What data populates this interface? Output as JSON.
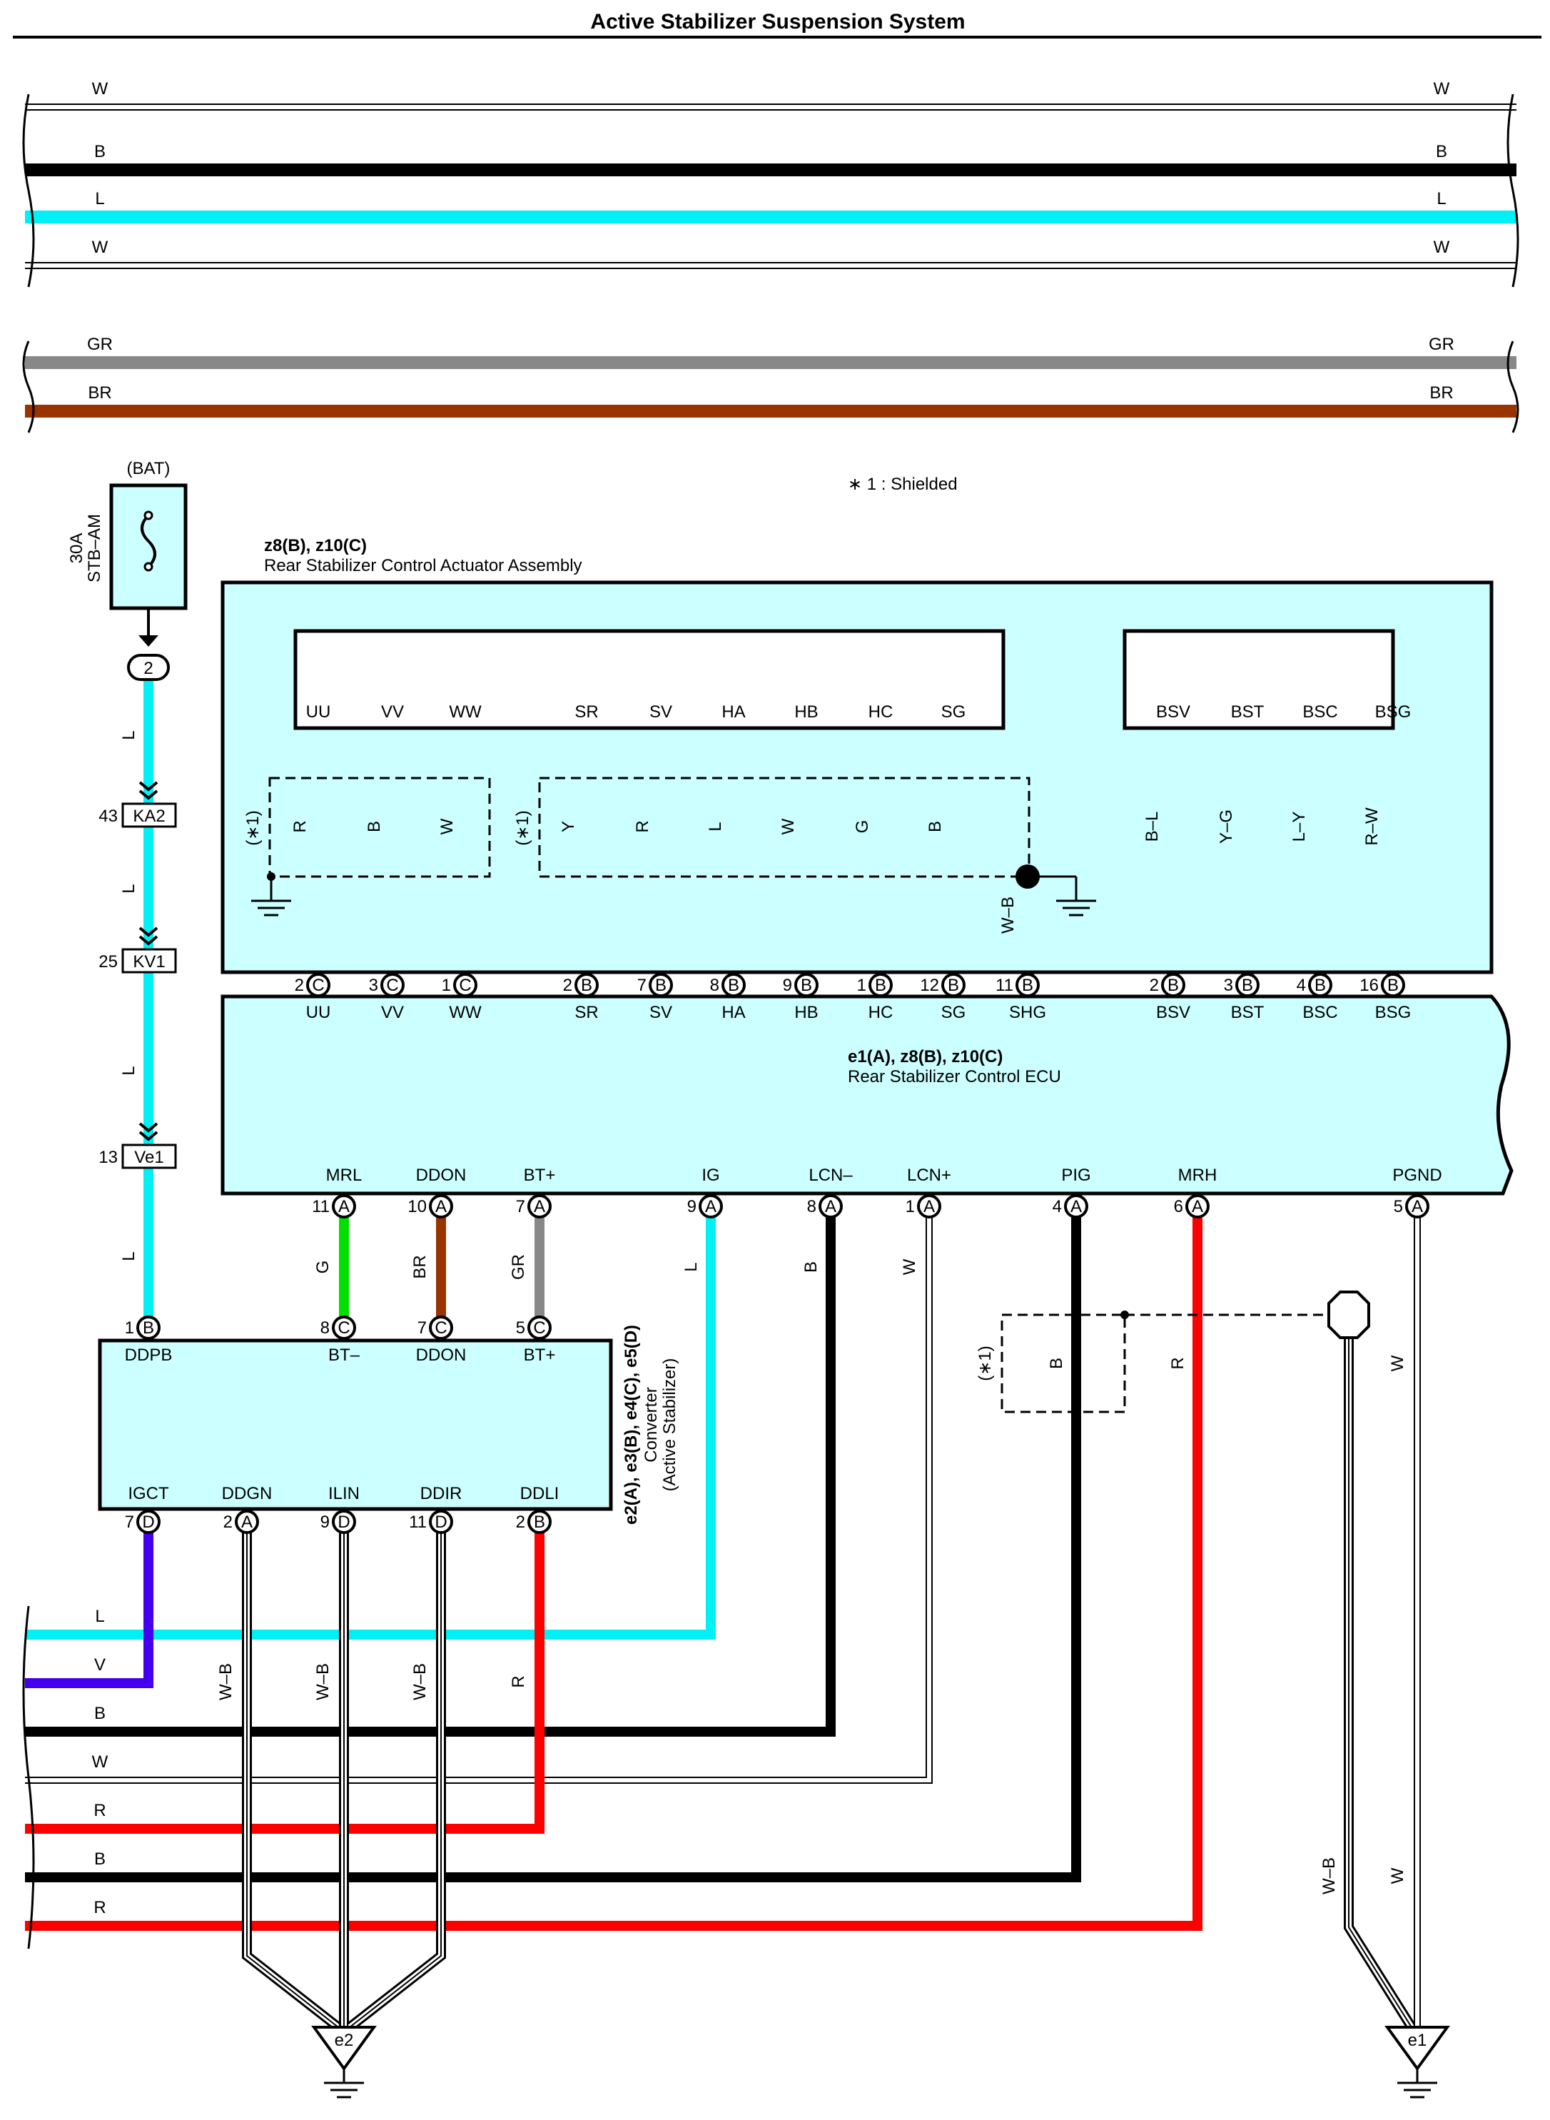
{
  "title": "Active Stabilizer Suspension System",
  "note": "∗ 1 : Shielded",
  "colors": {
    "W": "#ffffff",
    "B": "#000000",
    "L": "#00f0f5",
    "GR": "#888888",
    "BR": "#993300",
    "R": "#ff0000",
    "Y": "#ffee00",
    "G": "#00e000",
    "V": "#4400ee",
    "box": "#ccffff"
  },
  "top_wires": [
    {
      "color": "W",
      "label_left": "W",
      "label_right": "W"
    },
    {
      "color": "B",
      "label_left": "B",
      "label_right": "B"
    },
    {
      "color": "L",
      "label_left": "L",
      "label_right": "L"
    },
    {
      "color": "W",
      "label_left": "W",
      "label_right": "W"
    },
    {
      "color": "GR",
      "label_left": "GR",
      "label_right": "GR"
    },
    {
      "color": "BR",
      "label_left": "BR",
      "label_right": "BR"
    }
  ],
  "bat": {
    "label": "(BAT)",
    "fuse_rating": "30A",
    "fuse_name": "STB–AM",
    "terminal": "2"
  },
  "left_chain": [
    {
      "wire": "L",
      "num": "43",
      "conn": "KA2"
    },
    {
      "wire": "L",
      "num": "25",
      "conn": "KV1"
    },
    {
      "wire": "L"
    },
    {
      "wire": "L",
      "num": "13",
      "conn": "Ve1"
    },
    {
      "wire": "L"
    }
  ],
  "actuator": {
    "ref": "z8(B), z10(C)",
    "name": "Rear Stabilizer Control Actuator Assembly",
    "shield_label": "(∗1)",
    "groupA": [
      {
        "name": "UU",
        "wire": "R",
        "pin": "2",
        "conn": "C"
      },
      {
        "name": "VV",
        "wire": "B",
        "pin": "3",
        "conn": "C"
      },
      {
        "name": "WW",
        "wire": "W",
        "pin": "1",
        "conn": "C"
      }
    ],
    "groupB": [
      {
        "name": "SR",
        "wire": "Y",
        "pin": "2",
        "conn": "B"
      },
      {
        "name": "SV",
        "wire": "R",
        "pin": "7",
        "conn": "B"
      },
      {
        "name": "HA",
        "wire": "L",
        "pin": "8",
        "conn": "B"
      },
      {
        "name": "HB",
        "wire": "W",
        "pin": "9",
        "conn": "B"
      },
      {
        "name": "HC",
        "wire": "G",
        "pin": "1",
        "conn": "B"
      },
      {
        "name": "SG",
        "wire": "B",
        "pin": "12",
        "conn": "B"
      }
    ],
    "shg": {
      "name": "SHG",
      "wire": "W–B",
      "pin": "11",
      "conn": "B"
    },
    "groupC": [
      {
        "name": "BSV",
        "wire": "B–L",
        "pin": "2",
        "conn": "B"
      },
      {
        "name": "BST",
        "wire": "Y–G",
        "pin": "3",
        "conn": "B"
      },
      {
        "name": "BSC",
        "wire": "L–Y",
        "pin": "4",
        "conn": "B"
      },
      {
        "name": "BSG",
        "wire": "R–W",
        "pin": "16",
        "conn": "B"
      }
    ]
  },
  "ecu": {
    "ref": "e1(A), z8(B), z10(C)",
    "name": "Rear Stabilizer Control ECU",
    "bottom_pins": [
      {
        "name": "MRL",
        "pin": "11",
        "conn": "A",
        "wire": "G"
      },
      {
        "name": "DDON",
        "pin": "10",
        "conn": "A",
        "wire": "BR"
      },
      {
        "name": "BT+",
        "pin": "7",
        "conn": "A",
        "wire": "GR"
      },
      {
        "name": "IG",
        "pin": "9",
        "conn": "A",
        "wire": "L"
      },
      {
        "name": "LCN–",
        "pin": "8",
        "conn": "A",
        "wire": "B"
      },
      {
        "name": "LCN+",
        "pin": "1",
        "conn": "A",
        "wire": "W"
      },
      {
        "name": "PIG",
        "pin": "4",
        "conn": "A",
        "wire": "B"
      },
      {
        "name": "MRH",
        "pin": "6",
        "conn": "A",
        "wire": "R"
      },
      {
        "name": "PGND",
        "pin": "5",
        "conn": "A",
        "wire": "W"
      }
    ]
  },
  "converter": {
    "refs": "e2(A), e3(B), e4(C), e5(D)",
    "name1": "Converter",
    "name2": "(Active Stabilizer)",
    "top_pins": [
      {
        "name": "DDPB",
        "pin": "1",
        "conn": "B"
      },
      {
        "name": "BT–",
        "pin": "8",
        "conn": "C"
      },
      {
        "name": "DDON",
        "pin": "7",
        "conn": "C"
      },
      {
        "name": "BT+",
        "pin": "5",
        "conn": "C"
      }
    ],
    "bottom_pins": [
      {
        "name": "IGCT",
        "pin": "7",
        "conn": "D",
        "wire": "V"
      },
      {
        "name": "DDGN",
        "pin": "2",
        "conn": "A",
        "wire": "W–B"
      },
      {
        "name": "ILIN",
        "pin": "9",
        "conn": "D",
        "wire": "W–B"
      },
      {
        "name": "DDIR",
        "pin": "11",
        "conn": "D",
        "wire": "W–B"
      },
      {
        "name": "DDLI",
        "pin": "2",
        "conn": "B",
        "wire": "R"
      }
    ]
  },
  "shield_mid": {
    "label": "(∗1)",
    "wire_left": "B",
    "wire_right": "R"
  },
  "bottom_wires": [
    {
      "color": "L",
      "label": "L"
    },
    {
      "color": "V",
      "label": "V"
    },
    {
      "color": "B",
      "label": "B"
    },
    {
      "color": "W",
      "label": "W"
    },
    {
      "color": "R",
      "label": "R"
    },
    {
      "color": "B",
      "label": "B"
    },
    {
      "color": "R",
      "label": "R"
    }
  ],
  "grounds": [
    {
      "label": "e2"
    },
    {
      "label": "e1",
      "wire_left": "W–B",
      "wire_right": "W"
    }
  ]
}
